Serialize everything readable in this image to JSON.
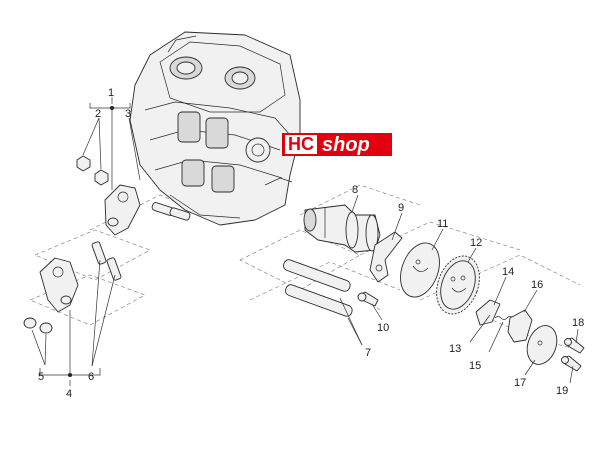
{
  "logo": {
    "brand_left": "HC",
    "brand_right": "shop"
  },
  "callouts": {
    "c1": "1",
    "c2": "2",
    "c3": "3",
    "c4": "4",
    "c5": "5",
    "c6": "6",
    "c7": "7",
    "c8": "8",
    "c9": "9",
    "c10": "10",
    "c11": "11",
    "c12": "12",
    "c13": "13",
    "c14": "14",
    "c15": "15",
    "c16": "16",
    "c17": "17",
    "c18": "18",
    "c19": "19"
  }
}
